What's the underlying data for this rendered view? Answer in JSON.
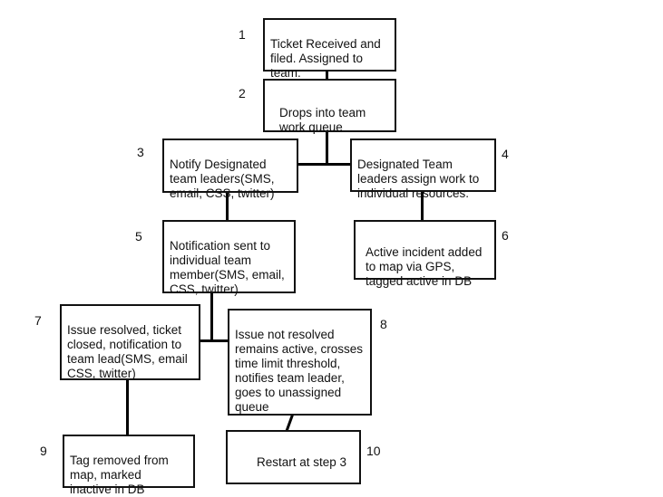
{
  "steps": [
    {
      "number": "1",
      "text": "Ticket Received and\nfiled. Assigned to\nteam."
    },
    {
      "number": "2",
      "text": "Drops into team\nwork queue"
    },
    {
      "number": "3",
      "text": "Notify Designated\nteam leaders(SMS,\nemail, CSS, twitter)"
    },
    {
      "number": "4",
      "text": "Designated Team\nleaders assign work to\nindividual resources."
    },
    {
      "number": "5",
      "text": "Notification sent to\nindividual team\nmember(SMS, email,\nCSS, twitter)"
    },
    {
      "number": "6",
      "text": "Active incident added\nto map via GPS,\ntagged active in DB"
    },
    {
      "number": "7",
      "text": "Issue resolved, ticket\nclosed, notification to\nteam lead(SMS, email\nCSS, twitter)"
    },
    {
      "number": "8",
      "text": "Issue not resolved\nremains active, crosses\ntime limit threshold,\nnotifies team leader,\ngoes to unassigned\nqueue"
    },
    {
      "number": "9",
      "text": "Tag removed from\nmap, marked\ninactive in DB"
    },
    {
      "number": "10",
      "text": "Restart at step 3"
    }
  ]
}
